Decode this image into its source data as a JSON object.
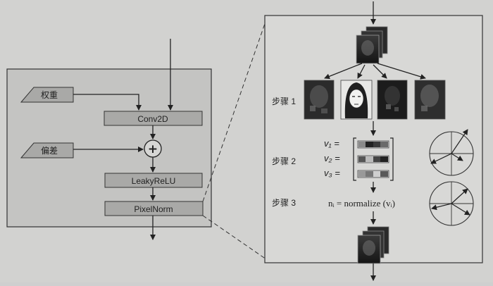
{
  "left_panel": {
    "weight_label": "权重",
    "bias_label": "偏差",
    "conv_label": "Conv2D",
    "add_symbol": "+",
    "activation_label": "LeakyReLU",
    "norm_label": "PixelNorm"
  },
  "right_panel": {
    "step1_label": "步骤 1",
    "step2_label": "步骤 2",
    "step3_label": "步骤 3",
    "v1_label": "v₁ =",
    "v2_label": "v₂ =",
    "v3_label": "v₃ =",
    "formula_lhs": "nᵢ = normalize (vᵢ)"
  },
  "colors": {
    "background": "#d2d2d0",
    "box_fill": "#a9a9a7",
    "stroke": "#222222"
  }
}
